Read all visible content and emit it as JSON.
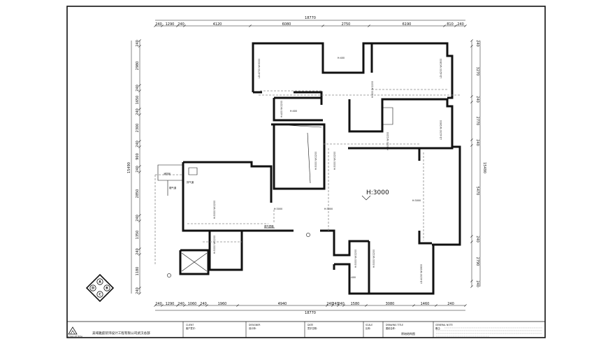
{
  "dimensions": {
    "overall_top": "18770",
    "overall_bottom": "18770",
    "top": [
      "240",
      "1290",
      "240",
      "4120",
      "6080",
      "2750",
      "6190",
      "810",
      "240"
    ],
    "bottom": [
      "240",
      "1290",
      "240",
      "1060",
      "240",
      "1960",
      "4940",
      "240",
      "240",
      "240",
      "1580",
      "3080",
      "1460",
      "240"
    ],
    "left_overall": "15490",
    "left": [
      "240",
      "2980",
      "240",
      "1650",
      "240",
      "2300",
      "240",
      "900",
      "240",
      "2850",
      "240",
      "1350",
      "240",
      "1180",
      "240"
    ],
    "right_overall": "15490",
    "right": [
      "240",
      "3270",
      "240",
      "2770",
      "240",
      "5470",
      "240",
      "2790",
      "240"
    ]
  },
  "ceiling_label": "H:3000",
  "room_labels": [
    "LD:4700 W:3000",
    "H:400",
    "LD:4200 W:2800",
    "H:400",
    "H:400 W:2200",
    "H:400 W:2200",
    "LD:4150 W:2800",
    "H:3000 W:2200",
    "H:3000 W:2200",
    "H:3000 W:2200",
    "H:3000",
    "H:3000",
    "H:3000 W:2200",
    "H:3000 W:2200",
    "H:3000",
    "H:3000 W:2200",
    "H:3000 W:2200",
    "LD:4150 W:2800",
    "H:400"
  ],
  "tags": [
    "消防栓",
    "排气道",
    "烟气道",
    "燃气表箱"
  ],
  "compass": {
    "a": "A",
    "b": "B",
    "c": "C",
    "d": "D"
  },
  "title_block": {
    "company": "美域雅庭装饰设计工程有限公司武汉总部",
    "logo_text": "A Vision Of Home",
    "client_en": "CLIENT",
    "client_cn": "客户签字:",
    "designer_en": "DESIGNER",
    "designer_cn": "设计师:",
    "date_en": "DATE",
    "date_cn": "签字日期:",
    "scale_en": "SCALE",
    "scale_cn": "比例:",
    "drawing_title_en": "DRAWING TITLE",
    "drawing_title_cn": "图纸名称:",
    "drawing_title_value": "原始结构图",
    "note_en": "GENERAL NOTE",
    "note_cn": "备注:"
  }
}
